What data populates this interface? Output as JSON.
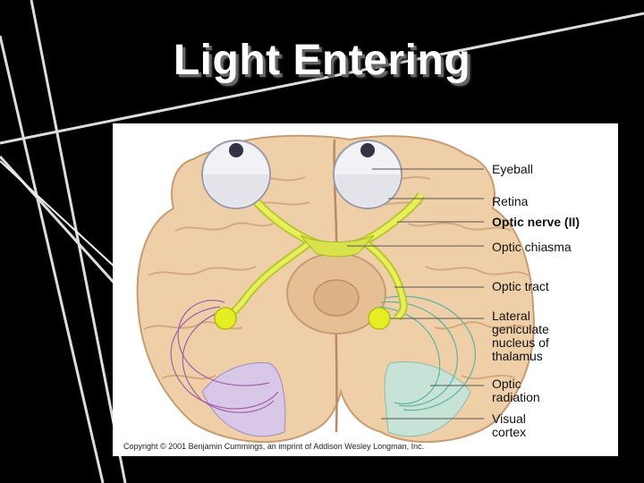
{
  "slide": {
    "title": "Light Entering"
  },
  "figure": {
    "labels": {
      "eyeball": "Eyeball",
      "retina": "Retina",
      "optic_nerve": "Optic nerve (II)",
      "optic_chiasma": "Optic chiasma",
      "optic_tract": "Optic tract",
      "lgn_line1": "Lateral",
      "lgn_line2": "geniculate",
      "lgn_line3": "nucleus of",
      "lgn_line4": "thalamus",
      "radiation_line1": "Optic",
      "radiation_line2": "radiation",
      "cortex_line1": "Visual",
      "cortex_line2": "cortex"
    },
    "copyright": "Copyright © 2001 Benjamin Cummings, an imprint of Addison Wesley Longman, Inc."
  }
}
